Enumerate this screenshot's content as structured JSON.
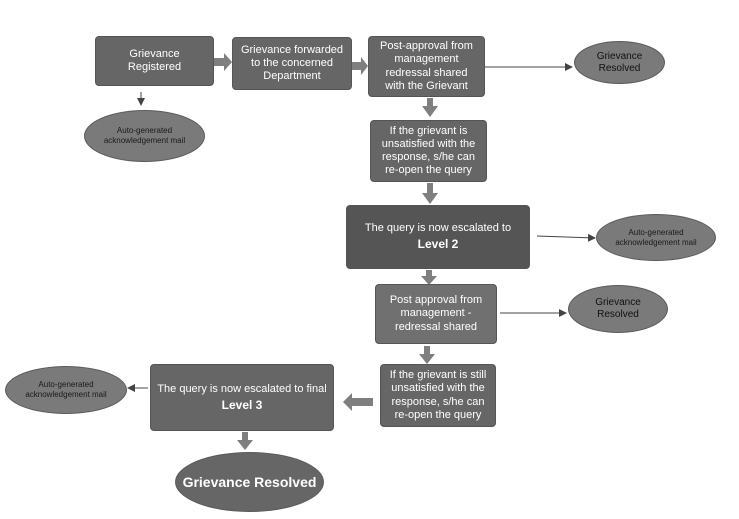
{
  "nodes": {
    "registered": "Grievance Registered",
    "forwarded": "Grievance forwarded to the concerned Department",
    "post_approval_1": "Post-approval from management redressal shared with the Grievant",
    "resolved_1": "Grievance Resolved",
    "ack_mail_1": "Auto-generated acknowledgement mail",
    "reopen_1": "If the grievant is unsatisfied with the response, s/he can re-open the query",
    "escalated_l2": {
      "text": "The query is now escalated to",
      "level": "Level 2"
    },
    "ack_mail_2": "Auto-generated acknowledgement mail",
    "post_approval_2": "Post approval from management - redressal shared",
    "resolved_2": "Grievance Resolved",
    "reopen_2": "If the grievant is still unsatisfied with the response, s/he can re-open the query",
    "escalated_l3": {
      "text": "The query is now escalated to final",
      "level": "Level 3"
    },
    "ack_mail_3": "Auto-generated acknowledgement mail",
    "resolved_final": "Grievance Resolved"
  },
  "colors": {
    "box_fill": "#666666",
    "ellipse_fill": "#7a7a7a",
    "arrow_fill": "#7f7f7f",
    "line_color": "#444444"
  }
}
